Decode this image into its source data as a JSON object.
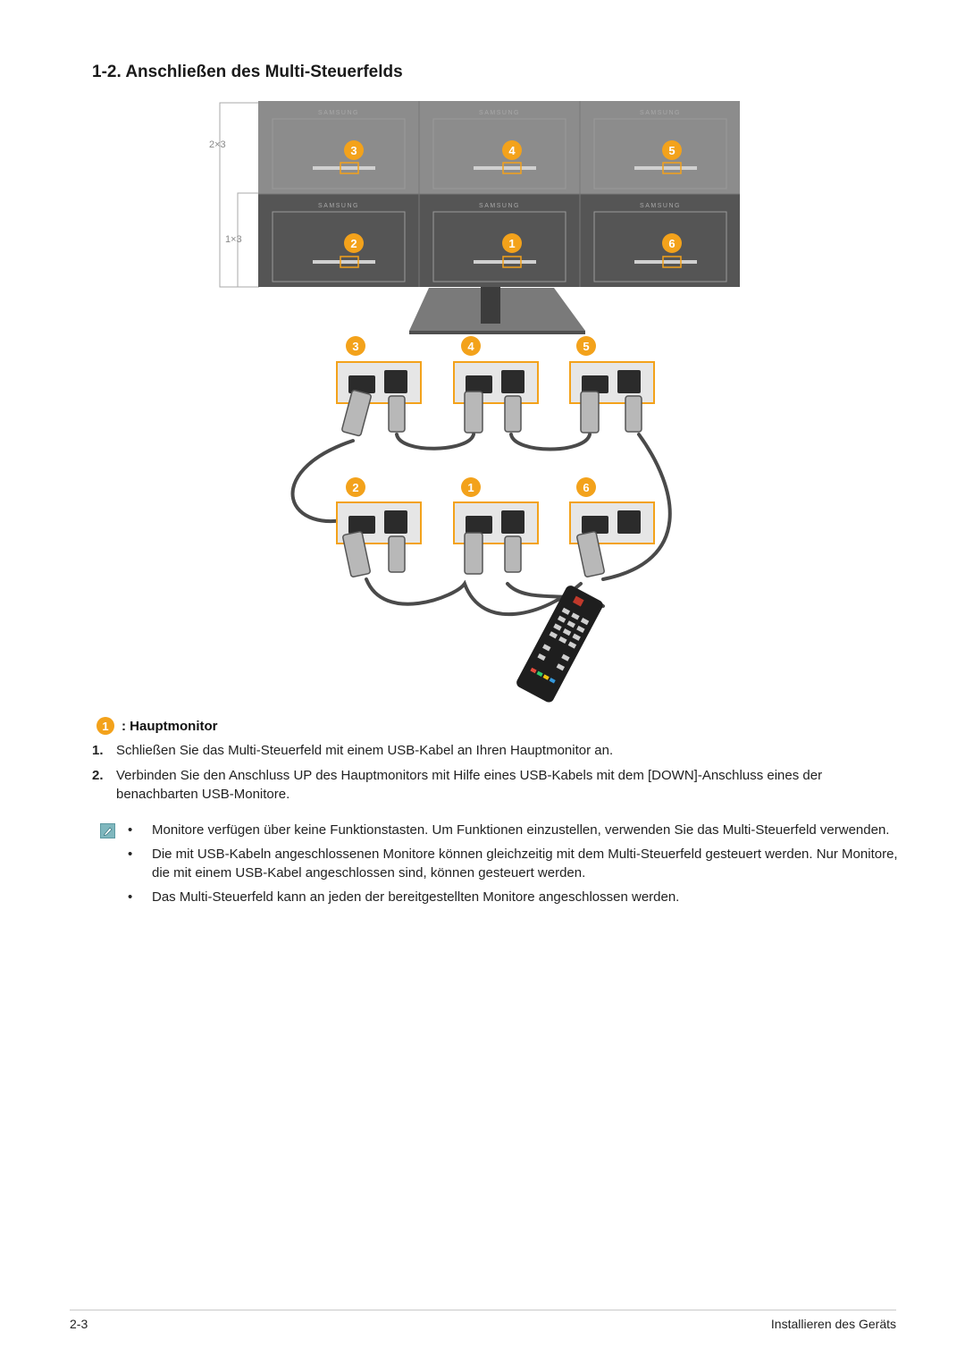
{
  "section": {
    "title": "1-2. Anschließen des Multi-Steuerfelds"
  },
  "figure": {
    "grid_labels": {
      "upper": "2×3",
      "lower": "1×3"
    },
    "brand": "SAMSUNG",
    "upper_badges": [
      "3",
      "4",
      "5"
    ],
    "lower_badges": [
      "2",
      "1",
      "6"
    ],
    "accent_color": "#f3a21b"
  },
  "legend": {
    "number": "1",
    "text": ": Hauptmonitor"
  },
  "steps": [
    {
      "n": "1.",
      "text": "Schließen Sie das Multi-Steuerfeld mit einem USB-Kabel an Ihren Hauptmonitor an."
    },
    {
      "n": "2.",
      "text": "Verbinden Sie den Anschluss UP des Hauptmonitors mit Hilfe eines USB-Kabels mit dem [DOWN]-Anschluss eines der benachbarten USB-Monitore."
    }
  ],
  "notes": {
    "icon": "note-pencil-icon",
    "items": [
      "Monitore verfügen über keine Funktionstasten. Um Funktionen einzustellen, verwenden Sie das Multi-Steuerfeld verwenden.",
      "Die mit USB-Kabeln angeschlossenen Monitore können gleichzeitig mit dem Multi-Steuerfeld gesteuert werden. Nur Monitore, die mit einem USB-Kabel angeschlossen sind, können gesteuert werden.",
      "Das Multi-Steuerfeld kann an jeden der bereitgestellten Monitore angeschlossen werden."
    ]
  },
  "footer": {
    "page": "2-3",
    "chapter": "Installieren des Geräts"
  }
}
